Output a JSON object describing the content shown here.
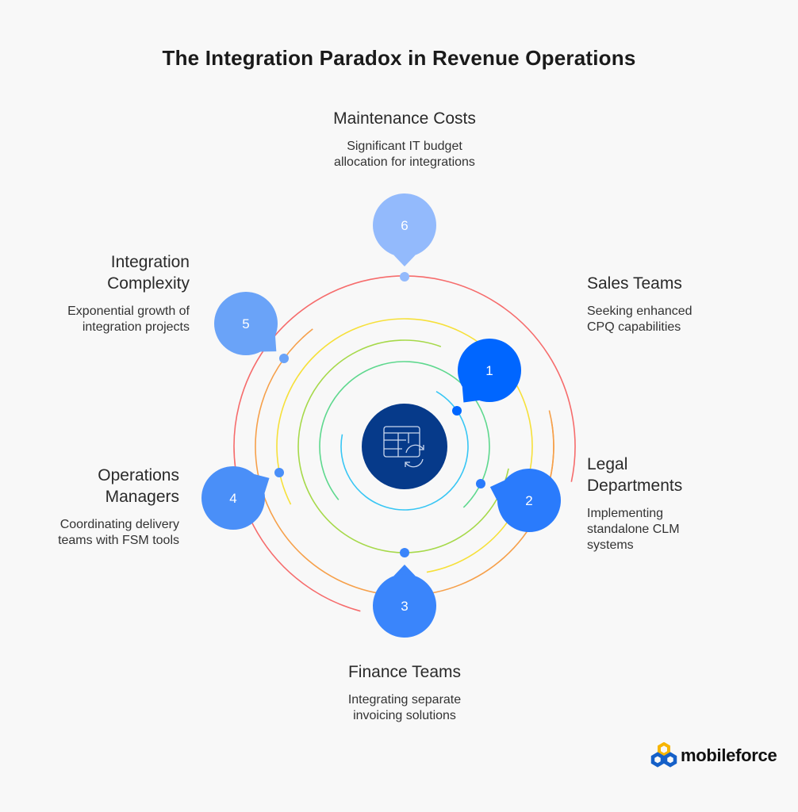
{
  "title": "The Integration Paradox in Revenue Operations",
  "items": [
    {
      "number": "1",
      "heading": "Sales Teams",
      "description": "Seeking enhanced CPQ capabilities",
      "color": "#0066ff"
    },
    {
      "number": "2",
      "heading": "Legal Departments",
      "description": "Implementing standalone CLM systems",
      "color": "#2a7bfc"
    },
    {
      "number": "3",
      "heading": "Finance Teams",
      "description": "Integrating separate invoicing solutions",
      "color": "#3a85fb"
    },
    {
      "number": "4",
      "heading": "Operations Managers",
      "description": "Coordinating delivery teams with FSM tools",
      "color": "#4a8ff8"
    },
    {
      "number": "5",
      "heading": "Integration Complexity",
      "description": "Exponential growth of integration projects",
      "color": "#6aa3f8"
    },
    {
      "number": "6",
      "heading": "Maintenance Costs",
      "description": "Significant IT budget allocation for integrations",
      "color": "#93bafc"
    }
  ],
  "center_icon": "table-sync-icon",
  "center_color": "#063a8a",
  "ring_colors": [
    "#38c6f4",
    "#5ed88e",
    "#a6d94a",
    "#f6e03a",
    "#f6a04a",
    "#f66c6c"
  ],
  "logo": {
    "text": "mobileforce",
    "icon": "hexagon-chain-icon"
  }
}
